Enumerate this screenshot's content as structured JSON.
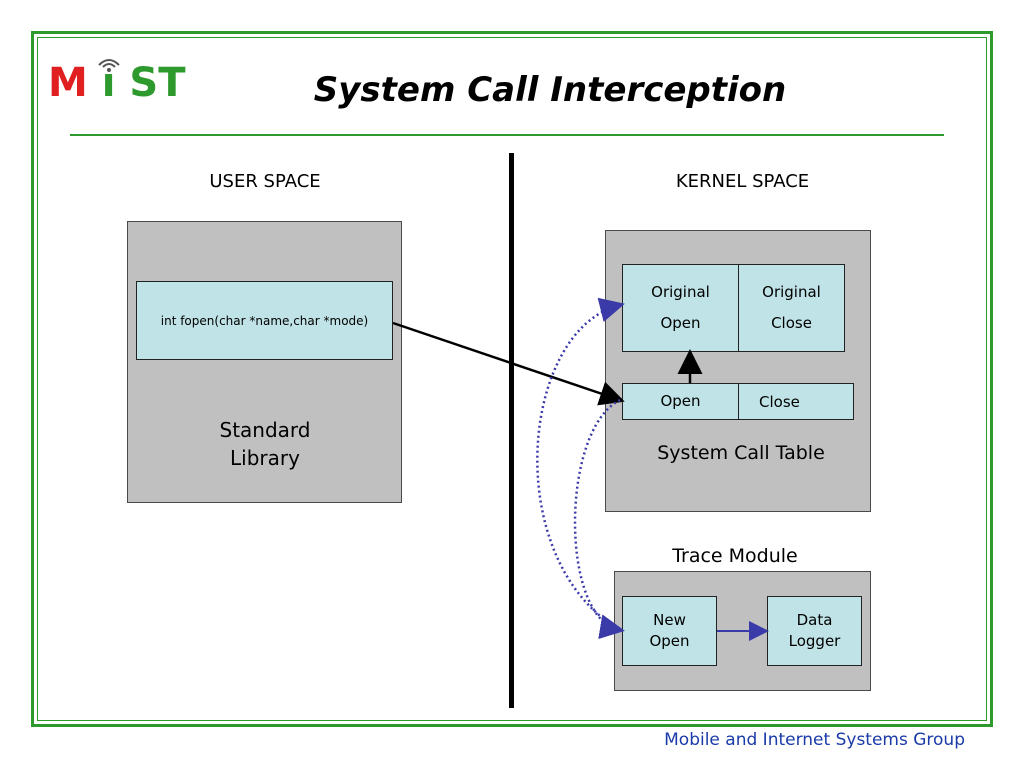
{
  "logo": {
    "m": "M",
    "i": "ı",
    "st": "ST"
  },
  "slide": {
    "title": "System Call Interception"
  },
  "user_space": {
    "heading": "USER SPACE",
    "function_signature": "int fopen(char *name,char *mode)",
    "library_line1": "Standard",
    "library_line2": "Library"
  },
  "kernel_space": {
    "heading": "KERNEL SPACE",
    "original_open_line1": "Original",
    "original_open_line2": "Open",
    "original_close_line1": "Original",
    "original_close_line2": "Close",
    "open_entry": "Open",
    "close_entry": "Close",
    "table_label": "System Call Table"
  },
  "trace_module": {
    "heading": "Trace Module",
    "new_open_line1": "New",
    "new_open_line2": "Open",
    "data_logger_line1": "Data",
    "data_logger_line2": "Logger"
  },
  "footer": {
    "text": "Mobile and Internet Systems Group"
  },
  "colors": {
    "frame_green": "#2e9a2e",
    "logo_red": "#e02020",
    "box_cyan": "#bfe3e6",
    "box_gray": "#c0c0c0",
    "link_blue": "#1a3aa8",
    "dotted_arrow": "#3a3aa8"
  }
}
